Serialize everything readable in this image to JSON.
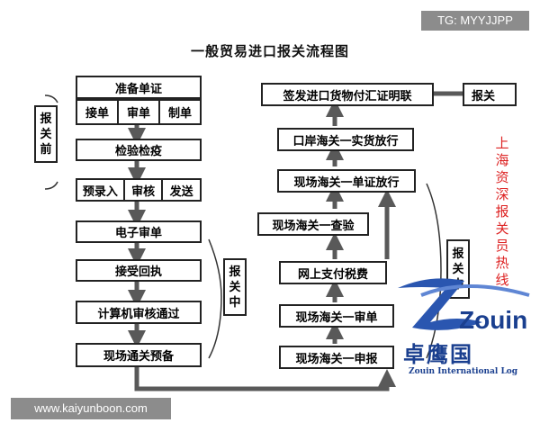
{
  "title": "一般贸易进口报关流程图",
  "badge_tg": "TG: MYYJJPP",
  "watermark_url": "www.kaiyunboon.com",
  "left_column": {
    "step1": "准备单证",
    "step2": [
      "接单",
      "审单",
      "制单"
    ],
    "step3": "检验检疫",
    "step4": [
      "预录入",
      "审核",
      "发送"
    ],
    "step5": "电子审单",
    "step6": "接受回执",
    "step7": "计算机审核通过",
    "step8": "现场通关预备"
  },
  "right_column": {
    "step1": "现场海关一申报",
    "step2": "现场海关一审单",
    "step3": "网上支付税费",
    "step4": "现场海关一查验",
    "step5": "现场海关一单证放行",
    "step6": "口岸海关一实货放行",
    "step7": "签发进口货物付汇证明联",
    "step8": "报关"
  },
  "phase_labels": {
    "pre": [
      "报",
      "关",
      "前"
    ],
    "mid_left": [
      "报",
      "关",
      "中"
    ],
    "mid_right": [
      "报",
      "关",
      "中"
    ]
  },
  "hotline": [
    "上",
    "海",
    "资",
    "深",
    "报",
    "关",
    "员",
    "热",
    "线"
  ],
  "logo": {
    "word": "Zouin",
    "text": "卓鹰国",
    "subtitle": "Zouin International Log"
  },
  "colors": {
    "arrow": "#595959",
    "border": "#222222",
    "hotline": "#dd2222",
    "logo": "#1a3f8f"
  }
}
